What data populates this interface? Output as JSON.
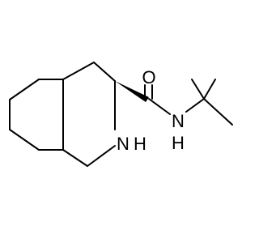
{
  "molecule": {
    "atom_labels": {
      "oxygen": "O",
      "amide_nitrogen": "N",
      "amide_hydrogen": "H",
      "ring_nitrogen": "N",
      "ring_hydrogen": "H"
    },
    "stereo_bond": "wedge",
    "colors": {
      "bond": "#000000",
      "label": "#000000",
      "background": "#ffffff"
    }
  }
}
